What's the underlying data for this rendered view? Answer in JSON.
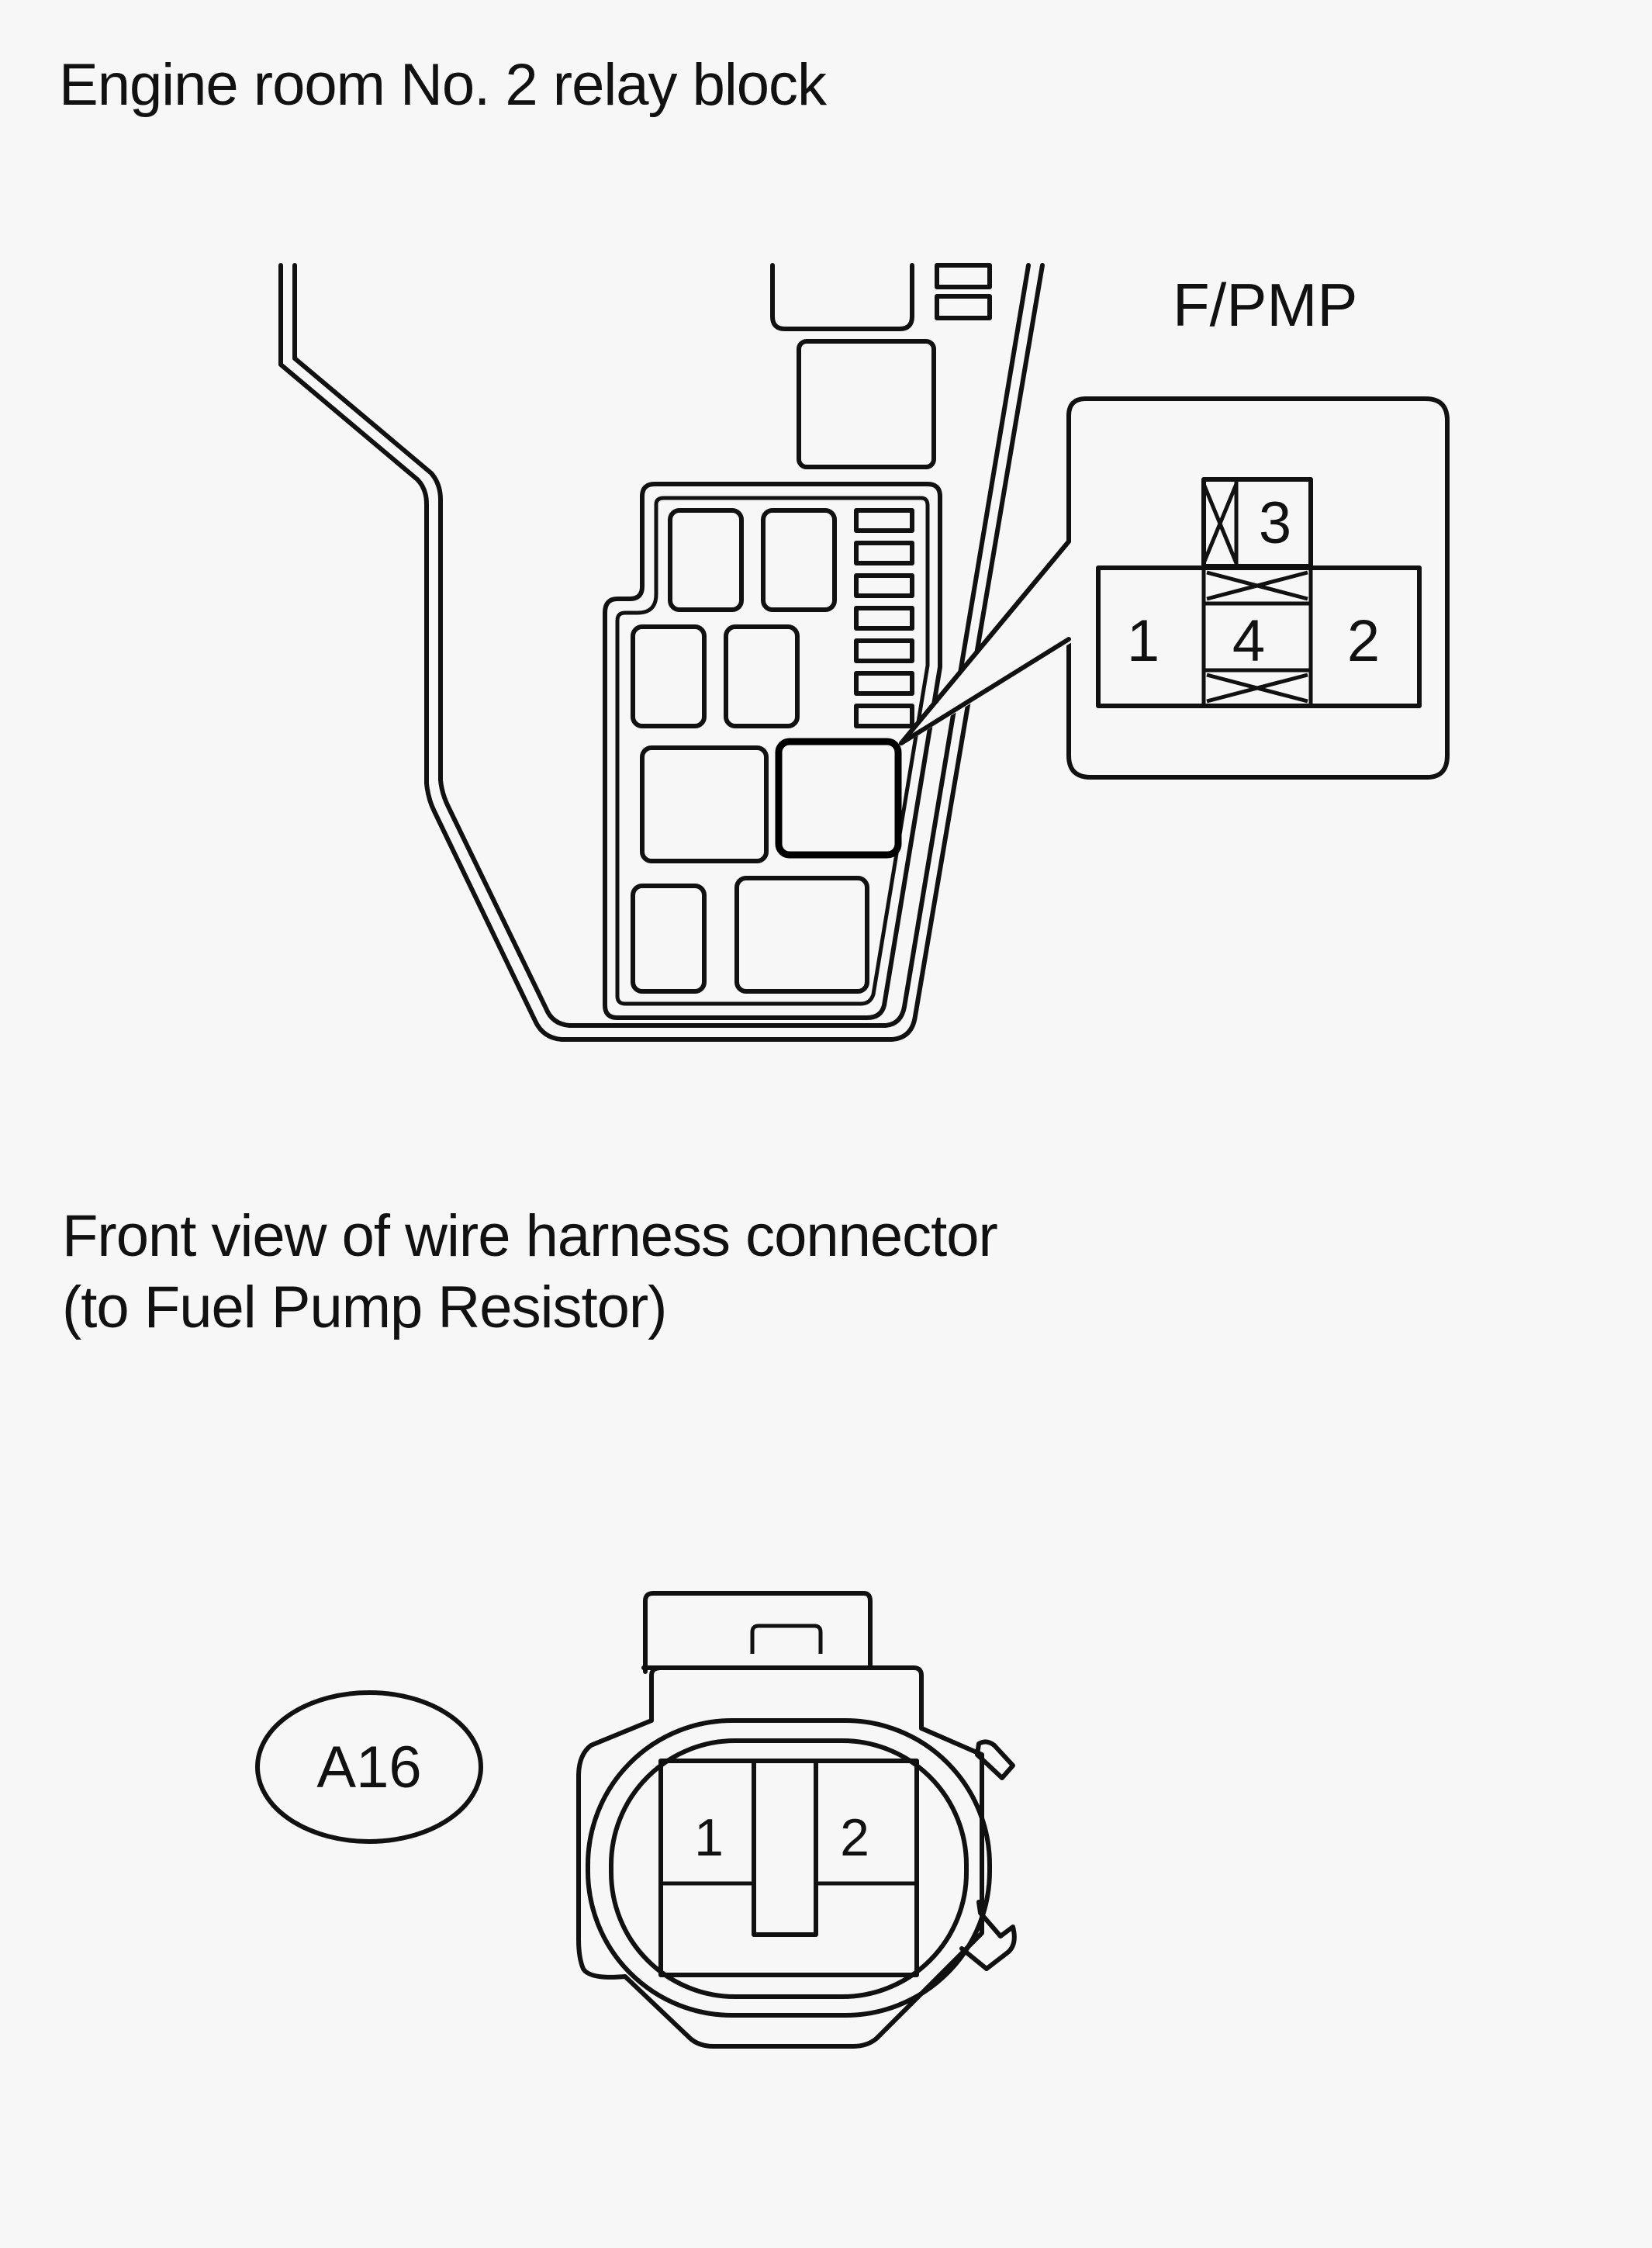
{
  "relay_block": {
    "title": "Engine room No. 2 relay block",
    "relay_label": "F/PMP",
    "terminals": [
      "1",
      "2",
      "3",
      "4"
    ]
  },
  "connector": {
    "title_line1": "Front view of wire harness connector",
    "title_line2": "(to Fuel Pump Resistor)",
    "code": "A16",
    "pins": [
      "1",
      "2"
    ]
  }
}
